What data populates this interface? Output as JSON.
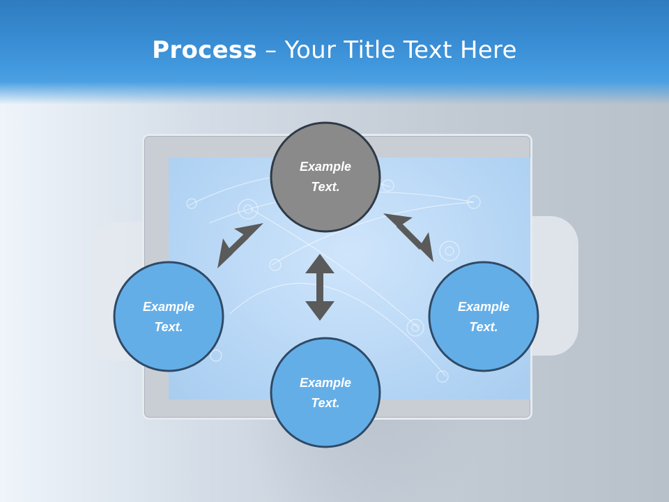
{
  "title": {
    "bold": "Process",
    "rest": " – Your Title Text Here"
  },
  "nodes": {
    "top": {
      "line1": "Example",
      "line2": "Text.",
      "color": "#8a8a8a"
    },
    "left": {
      "line1": "Example",
      "line2": "Text.",
      "color": "#64aee8"
    },
    "right": {
      "line1": "Example",
      "line2": "Text.",
      "color": "#64aee8"
    },
    "bottom": {
      "line1": "Example",
      "line2": "Text.",
      "color": "#64aee8"
    }
  },
  "colors": {
    "header": "#3a8fd6",
    "arrow": "#5a5a5a",
    "circle_border": "#2f4a66"
  }
}
